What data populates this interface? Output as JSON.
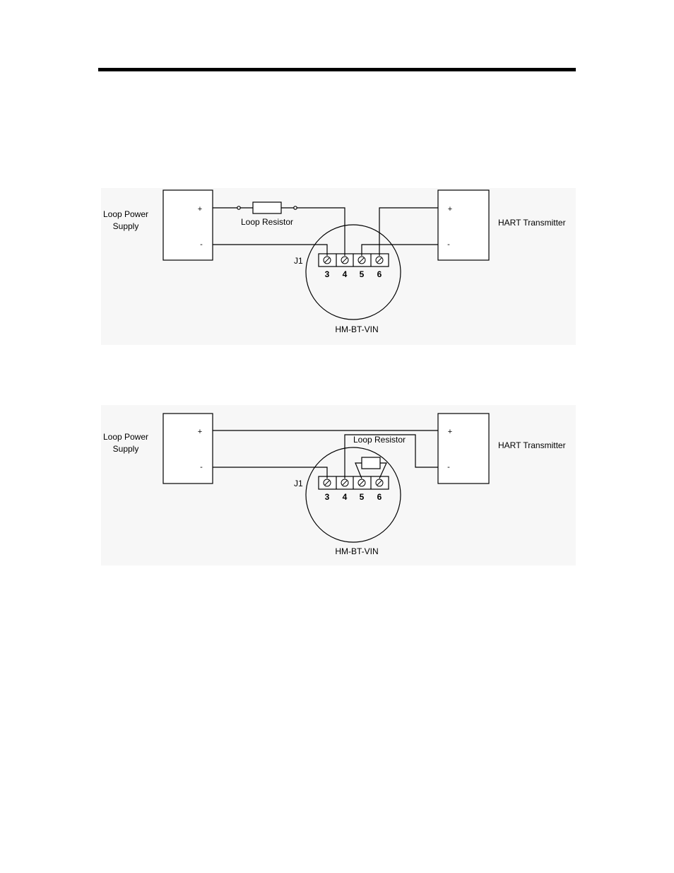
{
  "colors": {
    "line": "#000000",
    "panel": "#f7f7f7"
  },
  "diagram1": {
    "supply_label_line1": "Loop Power",
    "supply_label_line2": "Supply",
    "supply_plus": "+",
    "supply_minus": "-",
    "resistor_label": "Loop Resistor",
    "transmitter_label": "HART Transmitter",
    "transmitter_plus": "+",
    "transmitter_minus": "-",
    "connector_label": "J1",
    "pins": [
      "3",
      "4",
      "5",
      "6"
    ],
    "device_label": "HM-BT-VIN"
  },
  "diagram2": {
    "supply_label_line1": "Loop Power",
    "supply_label_line2": "Supply",
    "supply_plus": "+",
    "supply_minus": "-",
    "resistor_label": "Loop Resistor",
    "transmitter_label": "HART Transmitter",
    "transmitter_plus": "+",
    "transmitter_minus": "-",
    "connector_label": "J1",
    "pins": [
      "3",
      "4",
      "5",
      "6"
    ],
    "device_label": "HM-BT-VIN"
  }
}
